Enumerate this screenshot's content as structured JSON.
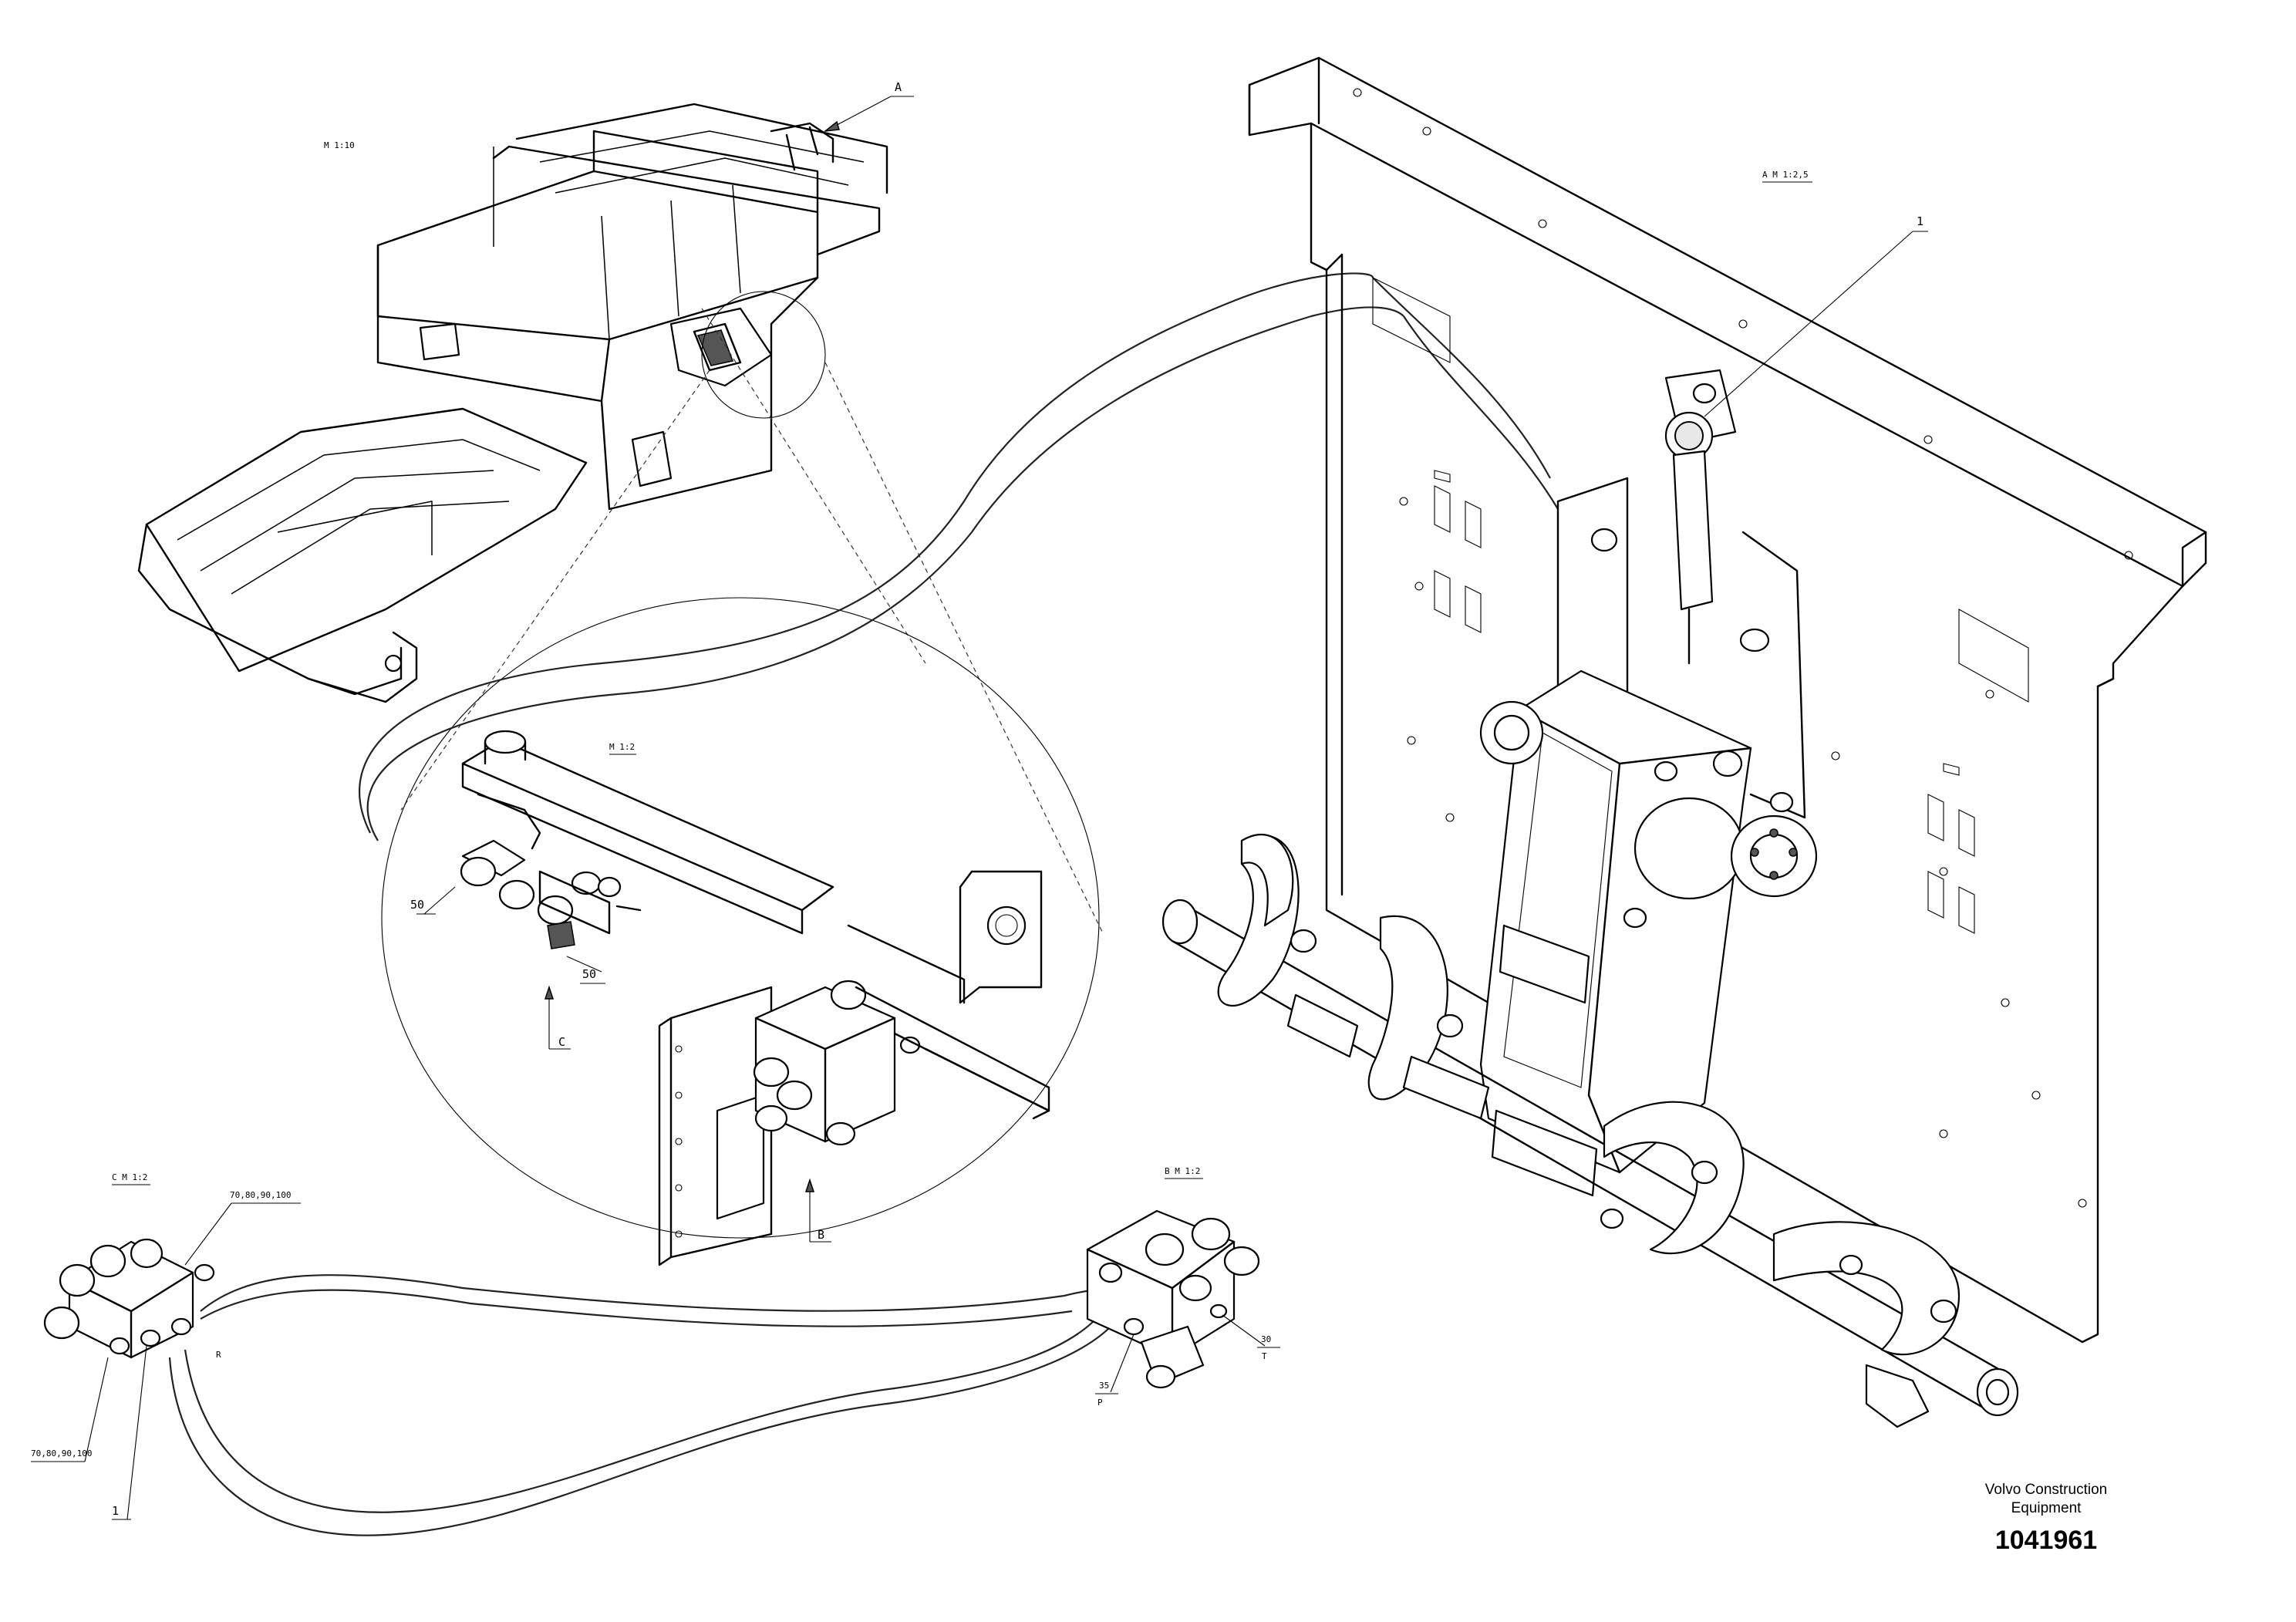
{
  "labels": {
    "callout_A": "A",
    "view_A": "A",
    "view_A_scale": "M 1:2,5",
    "view_B": "B",
    "view_B_scale": "M 1:2",
    "view_C": "C",
    "view_C_scale": "M 1:2",
    "detail_M12": "M 1:2",
    "frame_scale": "M 1:10",
    "item_1_top": "1",
    "item_1_bottom": "1",
    "item_50_a": "50",
    "item_50_b": "50",
    "section_C": "C",
    "section_B": "B",
    "item_70_80_90_100_top": "70,80,90,100",
    "item_70_80_90_100_bottom": "70,80,90,100",
    "item_30": "30",
    "item_35": "35",
    "port_T": "T",
    "port_P": "P",
    "port_R": "R"
  },
  "title_block": {
    "company_line1": "Volvo Construction",
    "company_line2": "Equipment",
    "doc_number": "1041961"
  }
}
